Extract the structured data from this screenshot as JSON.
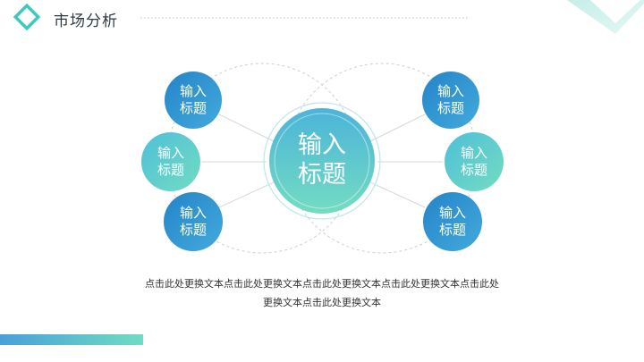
{
  "header": {
    "title": "市场分析"
  },
  "diagram": {
    "center": {
      "label": "输入\n标题"
    },
    "nodes": [
      {
        "label": "输入\n标题",
        "side": "left",
        "tone": "blue"
      },
      {
        "label": "输入\n标题",
        "side": "left",
        "tone": "teal"
      },
      {
        "label": "输入\n标题",
        "side": "left",
        "tone": "blue"
      },
      {
        "label": "输入\n标题",
        "side": "right",
        "tone": "blue"
      },
      {
        "label": "输入\n标题",
        "side": "right",
        "tone": "teal"
      },
      {
        "label": "输入\n标题",
        "side": "right",
        "tone": "blue"
      }
    ]
  },
  "caption": {
    "line1": "点击此处更换文本点击此处更换文本点击此处更换文本点击此处更换文本点击此处",
    "line2": "更换文本点击此处更换文本"
  },
  "colors": {
    "blue_start": "#2a8fd0",
    "blue_end": "#3ea6da",
    "teal_start": "#4fc3d6",
    "teal_end": "#6fdcc4",
    "accent": "#3ec9c0",
    "title_text": "#2f3a45"
  }
}
